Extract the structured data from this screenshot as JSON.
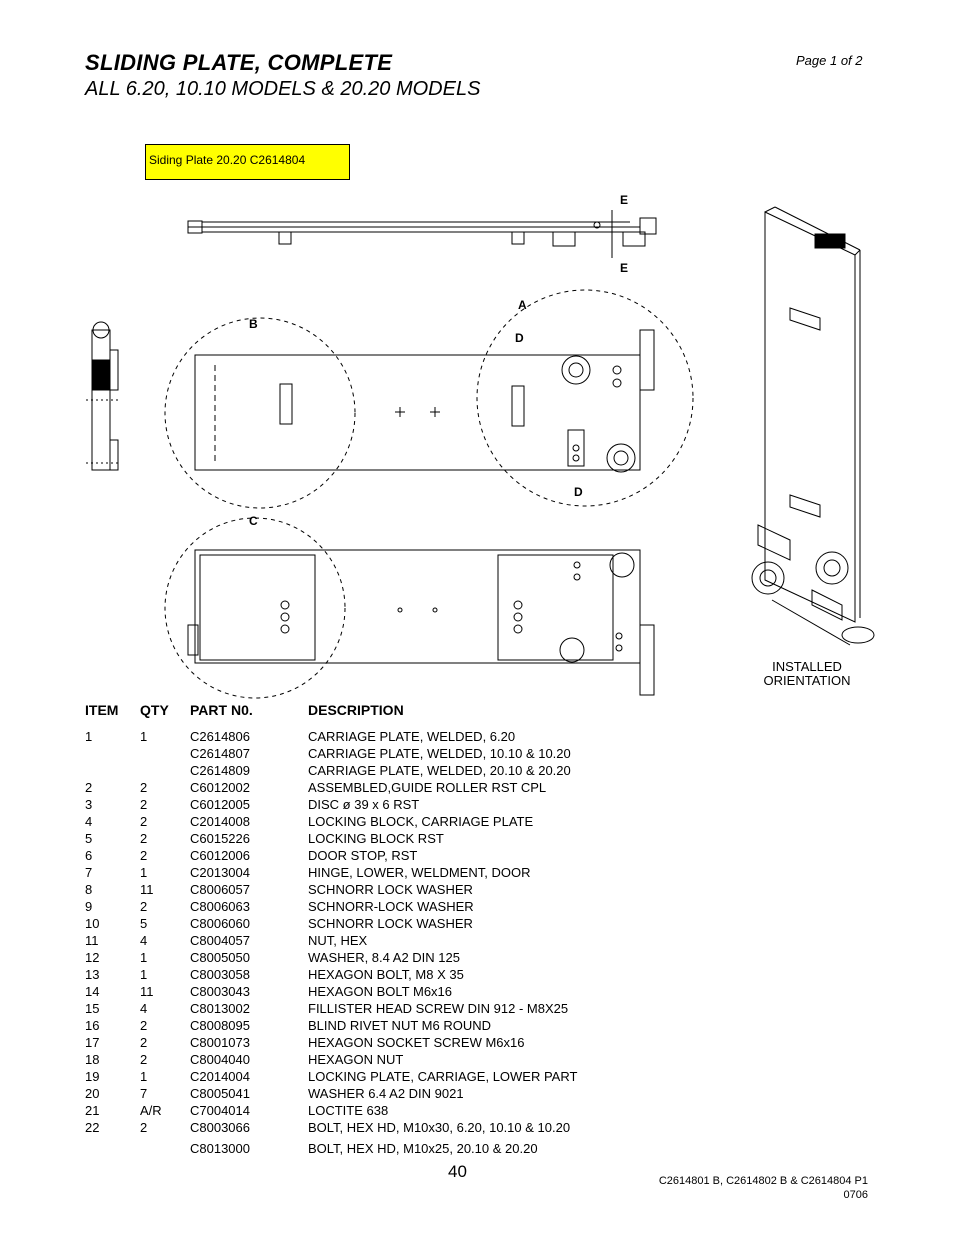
{
  "header": {
    "title": "SLIDING PLATE, COMPLETE",
    "subtitle": "ALL 6.20, 10.10 MODELS & 20.20 MODELS",
    "page_label": "Page 1 of 2"
  },
  "callout": {
    "text": "Siding Plate 20.20 C2614804"
  },
  "drawing": {
    "view_labels": {
      "e_top": "E",
      "e_bottom": "E",
      "a": "A",
      "b": "B",
      "c": "C",
      "d_top": "D",
      "d_bottom": "D"
    },
    "installed_label_line1": "INSTALLED",
    "installed_label_line2": "ORIENTATION"
  },
  "parts_table": {
    "headers": {
      "item": "ITEM",
      "qty": "QTY",
      "part": "PART N0.",
      "description": "DESCRIPTION"
    },
    "rows": [
      {
        "item": "1",
        "qty": "1",
        "part": "C2614806",
        "description": "CARRIAGE PLATE, WELDED, 6.20"
      },
      {
        "item": "",
        "qty": "",
        "part": "C2614807",
        "description": "CARRIAGE PLATE, WELDED, 10.10 & 10.20"
      },
      {
        "item": "",
        "qty": "",
        "part": "C2614809",
        "description": "CARRIAGE PLATE, WELDED, 20.10 & 20.20"
      },
      {
        "item": "2",
        "qty": "2",
        "part": "C6012002",
        "description": "ASSEMBLED,GUIDE ROLLER RST CPL"
      },
      {
        "item": "3",
        "qty": "2",
        "part": "C6012005",
        "description": "DISC ø 39 x 6 RST"
      },
      {
        "item": "4",
        "qty": "2",
        "part": "C2014008",
        "description": "LOCKING BLOCK, CARRIAGE PLATE"
      },
      {
        "item": "5",
        "qty": "2",
        "part": "C6015226",
        "description": "LOCKING BLOCK RST"
      },
      {
        "item": "6",
        "qty": "2",
        "part": "C6012006",
        "description": "DOOR STOP, RST"
      },
      {
        "item": "7",
        "qty": "1",
        "part": "C2013004",
        "description": "HINGE, LOWER, WELDMENT, DOOR"
      },
      {
        "item": "8",
        "qty": "11",
        "part": "C8006057",
        "description": "SCHNORR LOCK WASHER"
      },
      {
        "item": "9",
        "qty": "2",
        "part": "C8006063",
        "description": "SCHNORR-LOCK WASHER"
      },
      {
        "item": "10",
        "qty": "5",
        "part": "C8006060",
        "description": "SCHNORR LOCK WASHER"
      },
      {
        "item": "11",
        "qty": "4",
        "part": "C8004057",
        "description": "NUT, HEX"
      },
      {
        "item": "12",
        "qty": "1",
        "part": "C8005050",
        "description": "WASHER, 8.4 A2 DIN 125"
      },
      {
        "item": "13",
        "qty": "1",
        "part": "C8003058",
        "description": "HEXAGON BOLT, M8 X 35"
      },
      {
        "item": "14",
        "qty": "11",
        "part": "C8003043",
        "description": "HEXAGON BOLT M6x16"
      },
      {
        "item": "15",
        "qty": "4",
        "part": "C8013002",
        "description": "FILLISTER HEAD SCREW DIN 912 - M8X25"
      },
      {
        "item": "16",
        "qty": "2",
        "part": "C8008095",
        "description": "BLIND RIVET NUT M6 ROUND"
      },
      {
        "item": "17",
        "qty": "2",
        "part": "C8001073",
        "description": "HEXAGON SOCKET SCREW M6x16"
      },
      {
        "item": "18",
        "qty": "2",
        "part": "C8004040",
        "description": "HEXAGON NUT"
      },
      {
        "item": "19",
        "qty": "1",
        "part": "C2014004",
        "description": "LOCKING PLATE, CARRIAGE, LOWER PART"
      },
      {
        "item": "20",
        "qty": "7",
        "part": "C8005041",
        "description": "WASHER 6.4 A2 DIN 9021"
      },
      {
        "item": "21",
        "qty": "A/R",
        "part": "C7004014",
        "description": "LOCTITE 638"
      },
      {
        "item": "22",
        "qty": "2",
        "part": "C8003066",
        "description": "BOLT, HEX HD, M10x30, 6.20, 10.10 & 10.20"
      },
      {
        "item": "",
        "qty": "",
        "part": "C8013000",
        "description": "BOLT, HEX HD, M10x25, 20.10 & 20.20"
      }
    ]
  },
  "footer": {
    "page_number": "40",
    "doc_ref": "C2614801 B, C2614802 B & C2614804 P1",
    "date_code": "0706"
  }
}
